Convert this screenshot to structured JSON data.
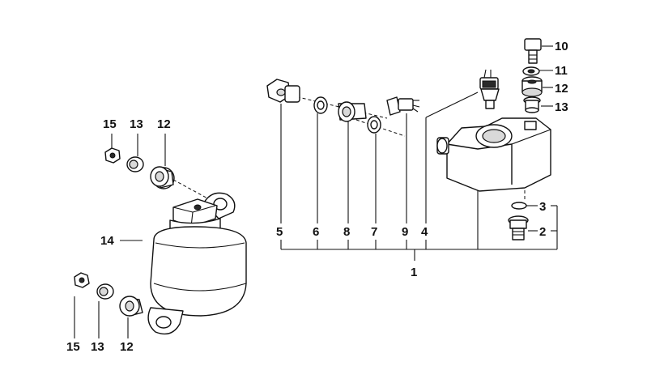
{
  "diagram": {
    "labels": {
      "l1": "1",
      "l2": "2",
      "l3": "3",
      "l4": "4",
      "l5": "5",
      "l6": "6",
      "l7": "7",
      "l8": "8",
      "l9": "9",
      "l10": "10",
      "l11": "11",
      "l12_top": "12",
      "l13_right": "13",
      "l14": "14",
      "l15_top": "15",
      "l13_top": "13",
      "l12_left_top": "12",
      "l15_bottom": "15",
      "l13_bottom": "13",
      "l12_bottom": "12"
    }
  }
}
